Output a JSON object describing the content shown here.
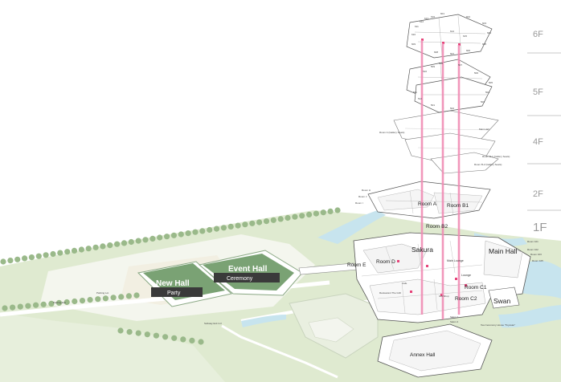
{
  "floors": [
    "6F",
    "5F",
    "4F",
    "2F",
    "1F"
  ],
  "venues": {
    "new_hall": {
      "title": "New Hall",
      "tag": "Party"
    },
    "event_hall": {
      "title": "Event Hall",
      "tag": "Ceremony"
    },
    "annex_hall": "Annex Hall",
    "main_hall": "Main Hall",
    "sakura": "Sakura",
    "swan": "Swan"
  },
  "rooms_1f": {
    "room_e": "Room E",
    "room_d": "Room D",
    "room_c1": "Room C1",
    "room_c2": "Room C2",
    "main_lounge": "Main Lounge",
    "lounge": "Lounge",
    "restaurant": "Restaurant The Grill",
    "gift_shop": "Gift Shop",
    "cafe": "Cafe",
    "room_101": "Room 101",
    "room_102": "Room 102",
    "room_103": "Room 103",
    "room_105": "Room 105",
    "tea_house": "Tea Ceremony House \"Toyosan\"",
    "salon_1": "Salon 1",
    "salon_2": "Salon 2"
  },
  "rooms_2f": {
    "room_a": "Room A",
    "room_b1": "Room B1",
    "room_b2": "Room B2",
    "room_h": "Room H",
    "room_j": "Room J",
    "room_i": "Room I"
  },
  "rooms_4f": {
    "room_a_gallery": "Room A (Gallery Seats)",
    "main_hall_4f": "Main Hall",
    "room_b1_gallery": "Room B-1 (Gallery Seats)",
    "room_b2_gallery": "Room B-2 (Gallery Seats)"
  },
  "rooms_5f": [
    "510",
    "509",
    "508",
    "507",
    "506",
    "505",
    "504",
    "503",
    "502",
    "501",
    "511",
    "512"
  ],
  "rooms_6f": [
    "601",
    "602",
    "603",
    "604",
    "605",
    "606",
    "607",
    "608",
    "609",
    "610",
    "611",
    "612",
    "613",
    "614",
    "615",
    "616"
  ],
  "grounds": {
    "parking_exit": "Parking Exit",
    "parking_lot": "Parking Lot",
    "subway_exit": "Subway Exit 4-3"
  },
  "colors": {
    "lawn": "#dfead0",
    "water": "#c7e4ee",
    "venue_green": "#7aa274",
    "elevator_pink": "#f08cb4",
    "building_white": "#ffffff",
    "tree": "#9ab98a"
  }
}
